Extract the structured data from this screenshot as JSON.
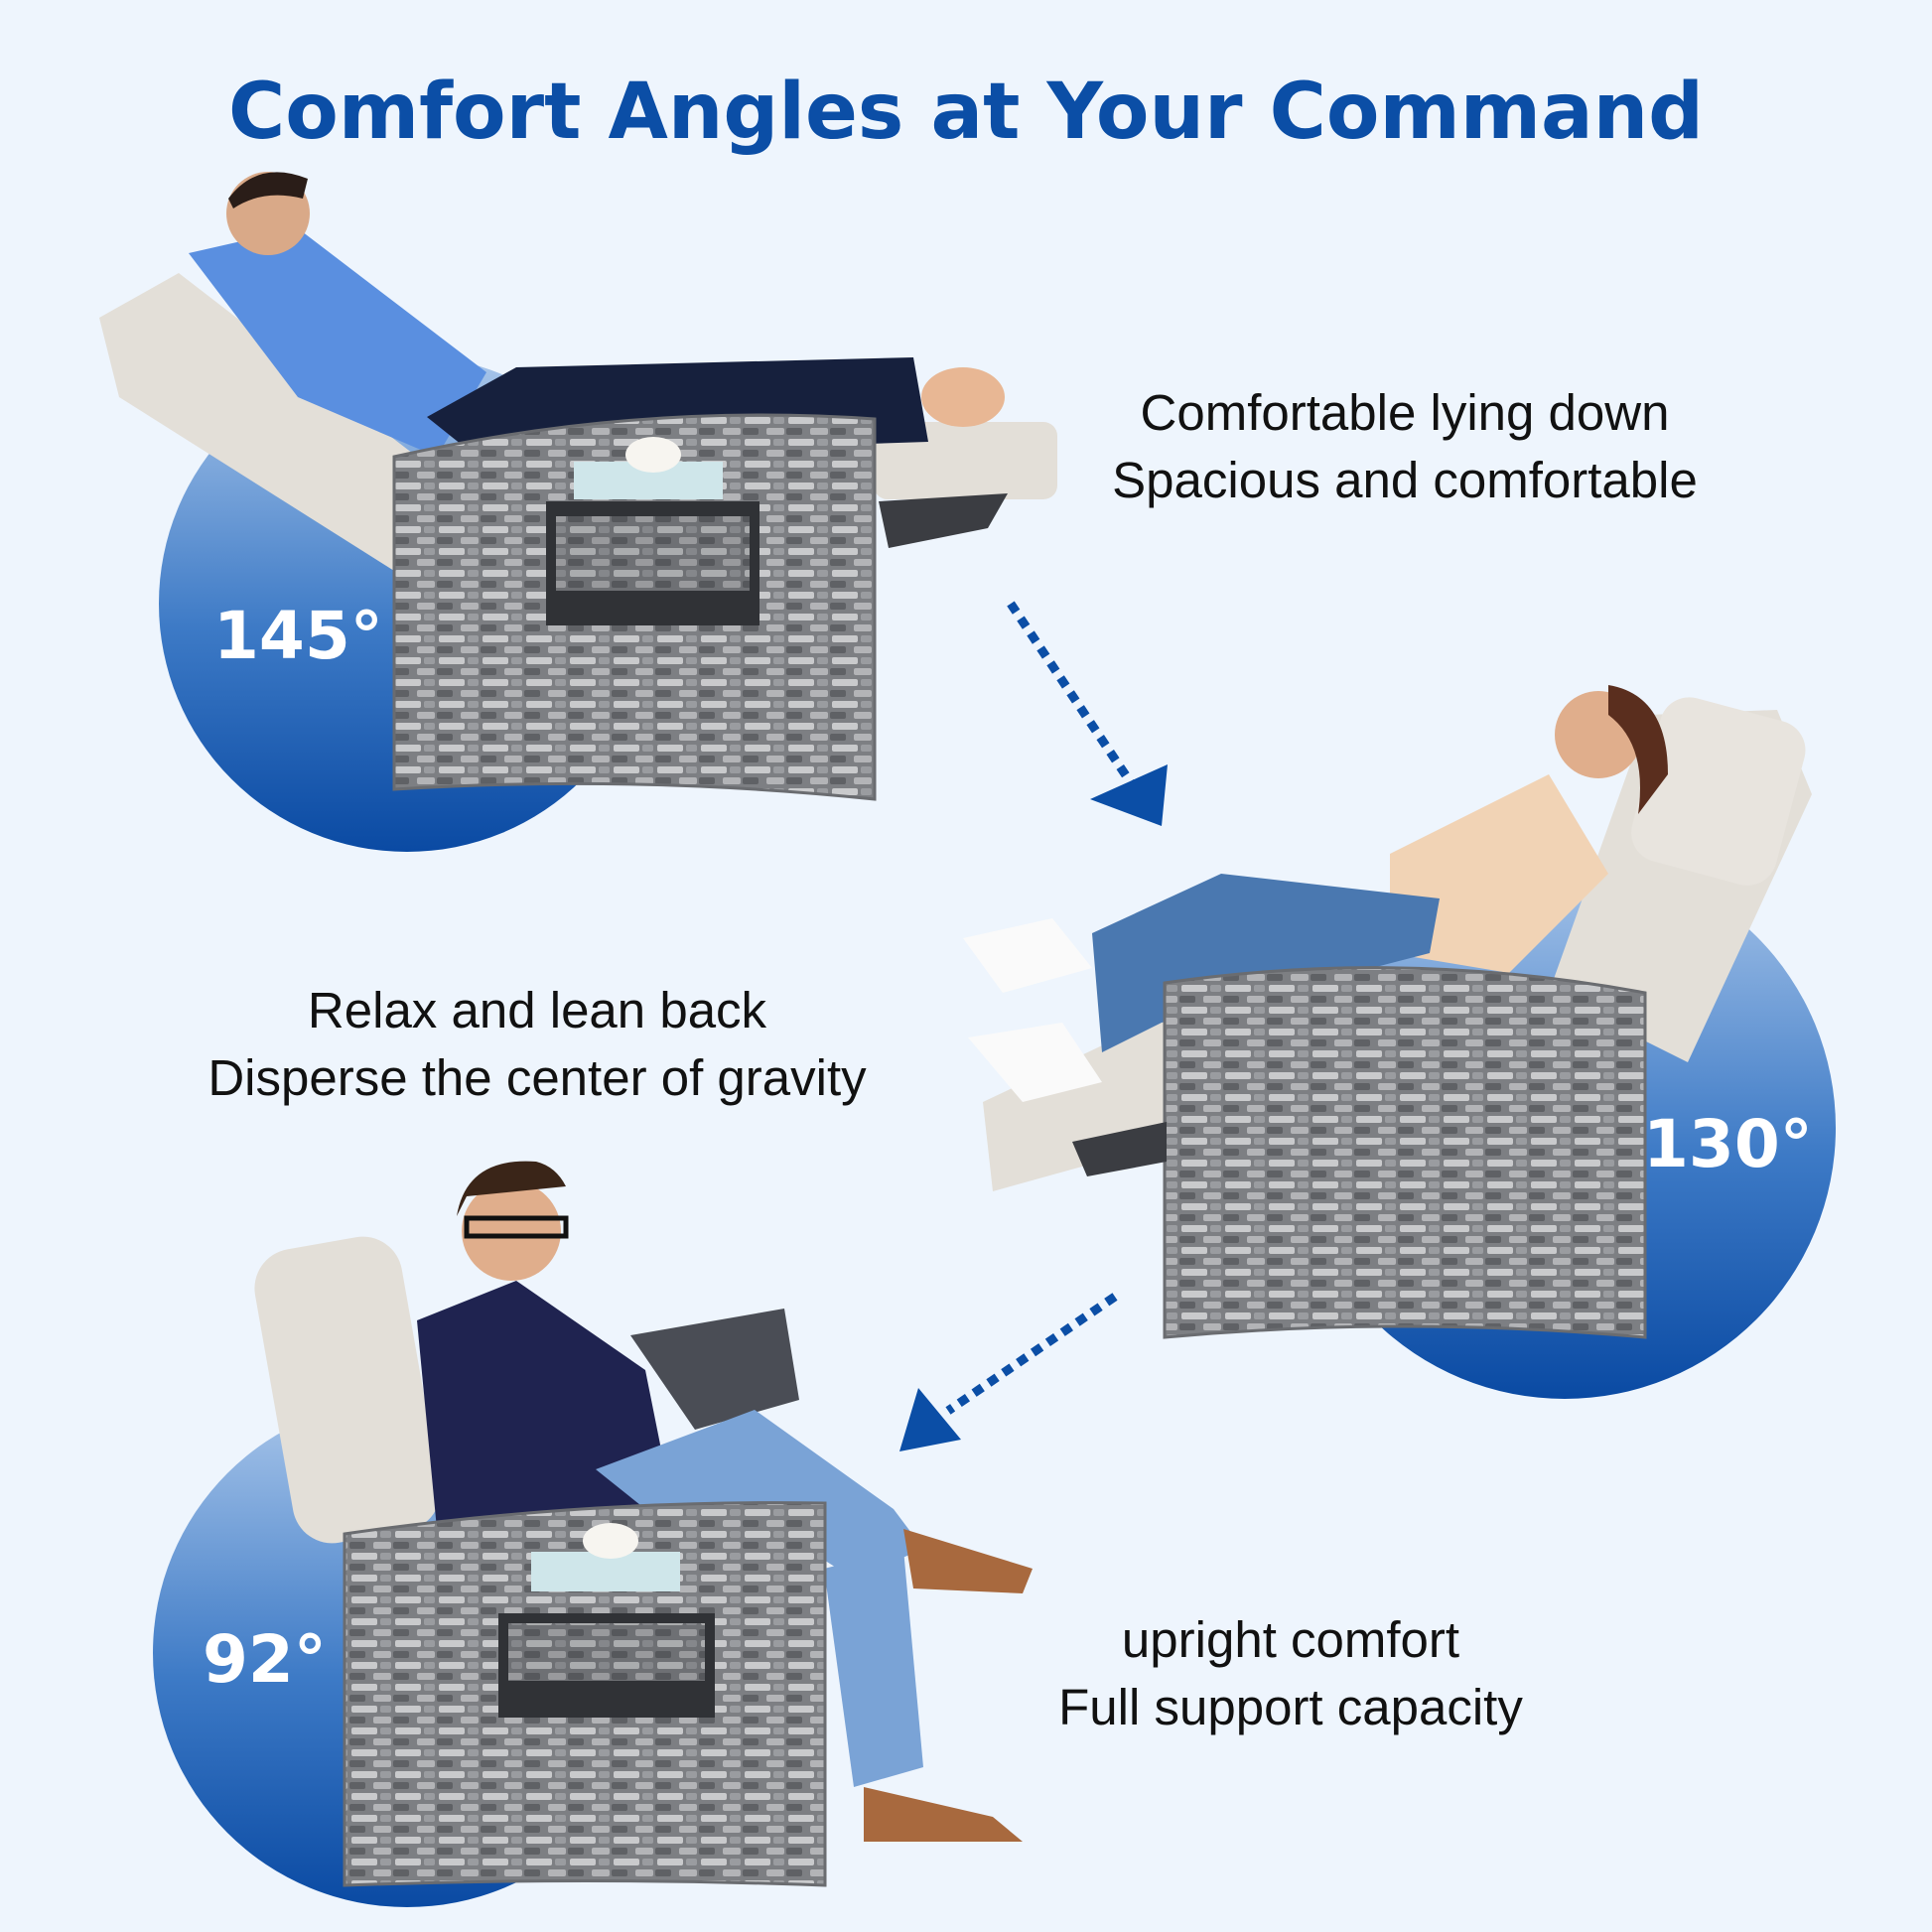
{
  "title": "Comfort Angles at Your Command",
  "positions": [
    {
      "angle": "145°",
      "caption_line1": "Comfortable lying down",
      "caption_line2": "Spacious and comfortable"
    },
    {
      "angle": "130°",
      "caption_line1": "Relax and lean back",
      "caption_line2": "Disperse the center of gravity"
    },
    {
      "angle": "92°",
      "caption_line1": "upright comfort",
      "caption_line2": "Full support capacity"
    }
  ],
  "colors": {
    "accent": "#0b4ea6",
    "background": "#eef5fd",
    "circle_light": "#9dbde6",
    "wicker": "#8a8c90",
    "cushion": "#e4e0da"
  }
}
